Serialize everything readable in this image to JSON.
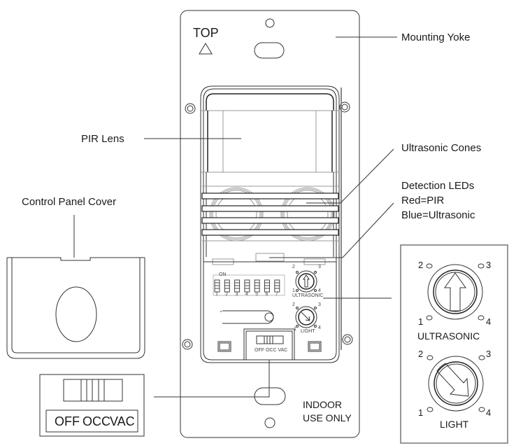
{
  "diagram": {
    "plate": {
      "top_label": "TOP",
      "indoor_label_line1": "INDOOR",
      "indoor_label_line2": "USE ONLY"
    },
    "callouts": {
      "mounting_yoke": "Mounting Yoke",
      "pir_lens": "PIR Lens",
      "ultrasonic_cones": "Ultrasonic Cones",
      "detection_leds_line1": "Detection LEDs",
      "detection_leds_line2": "Red=PIR",
      "detection_leds_line3": "Blue=Ultrasonic",
      "control_panel_cover": "Control Panel Cover"
    },
    "dip_switch": {
      "on_label": "ON",
      "numbers": [
        "1",
        "2",
        "3",
        "4",
        "5",
        "6",
        "7"
      ]
    },
    "dials": {
      "ultrasonic": {
        "label": "ULTRASONIC",
        "positions": [
          "1",
          "2",
          "3",
          "4"
        ],
        "arrow": "up"
      },
      "light": {
        "label": "LIGHT",
        "positions": [
          "1",
          "2",
          "3",
          "4"
        ],
        "arrow": "down-right"
      }
    },
    "mode_switch": {
      "label": "OFF OCC VAC",
      "options": [
        "OFF",
        "OCC",
        "VAC"
      ]
    }
  }
}
